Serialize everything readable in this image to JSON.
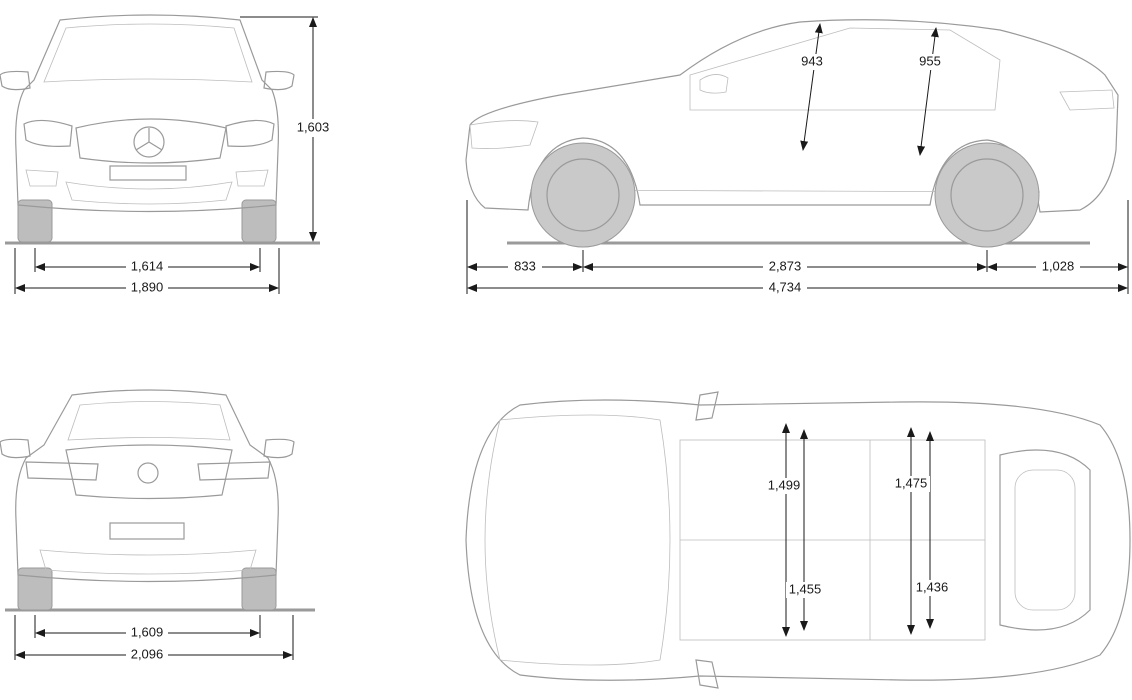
{
  "title": "Vehicle dimensions diagram",
  "front_view": {
    "track_front": "1,614",
    "width": "1,890",
    "height": "1,603"
  },
  "side_view": {
    "front_overhang": "833",
    "wheelbase": "2,873",
    "rear_overhang": "1,028",
    "length": "4,734",
    "headroom_front": "943",
    "headroom_rear": "955"
  },
  "rear_view": {
    "track_rear": "1,609",
    "width_with_mirrors": "2,096"
  },
  "top_view": {
    "shoulder_front": "1,499",
    "elbow_front": "1,455",
    "shoulder_rear": "1,475",
    "elbow_rear": "1,436"
  }
}
